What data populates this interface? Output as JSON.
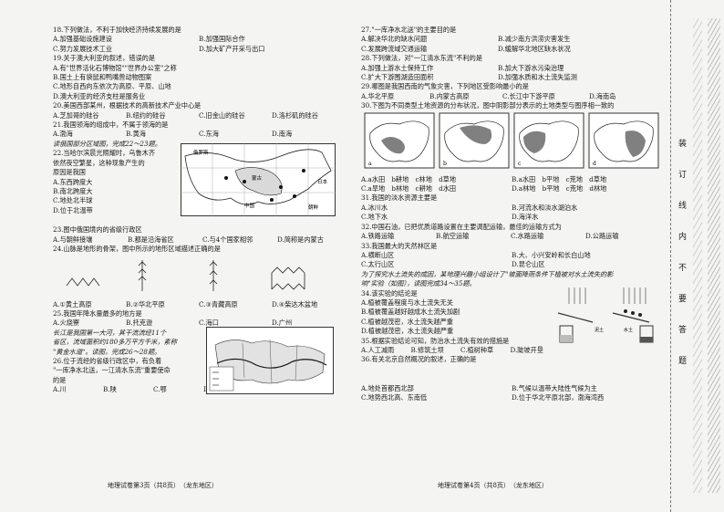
{
  "left": {
    "q18": "18.下列做法，不利于加快经济持续发展的是",
    "q18_opts": [
      "A.加强基础设施建设",
      "B.加强国际合作",
      "C.努力发展技术工业",
      "D.加大矿产开采与出口"
    ],
    "q19": "19.关于澳大利亚的叙述，错误的是",
    "q19_opts": [
      "A.有\"世界活化石博物馆\"\"世界办公室\"之称",
      "B.国土上有袋鼠和鸭嘴兽动物图案",
      "C.地形自西向东依次为高原、平原、山地",
      "D.澳大利亚的经济支柱是服务业"
    ],
    "q20": "20.美国西部某州，根据技术的高新技术产业中心是",
    "q20_opts": [
      "A.芝加哥的硅谷",
      "B.纽约的硅谷",
      "C.旧金山的硅谷",
      "D.洛杉矶的硅谷"
    ],
    "q21": "21.我国领海的组成中，不属于领海的是",
    "q21_opts": [
      "A.渤海",
      "B.黄海",
      "C.东海",
      "D.南海"
    ],
    "intro22": "读俄国部分区域图，完成22～23题。",
    "q22a": "22.当哈尔滨晨光照耀时，乌鲁木齐",
    "q22b": "依然夜空繁星，这种现象产生的",
    "q22c": "原因是我国",
    "q22_opts": [
      "A.东西跨度大",
      "B.南北跨度大",
      "C.地处北半球",
      "D.位于北温带"
    ],
    "q23": "23.图中俄国境内的省级行政区",
    "q23_opts": [
      "A.与朝鲜接壤",
      "B.都是沿海省区",
      "C.与4个国家相邻",
      "D.简称是内蒙古"
    ],
    "q24": "24.山脉是地形的骨架，图中所示的地形区域描述正确的是",
    "q24_opts": [
      "A.①黄土高原",
      "B.②华北平原",
      "C.③青藏高原",
      "D.④柴达木盆地"
    ],
    "q25": "25.我国年降水量最多的地方是",
    "q25_opts": [
      "A.火烧寮",
      "B.托克逊",
      "C.海口",
      "D.广州"
    ],
    "intro26a": "长江是我国第一大河，其干流流经11个",
    "intro26b": "省区，流域面积约180多万平方千米，素称",
    "intro26c": "\"黄金水道\"。读图，完成26～28题。",
    "q26a": "26.位于流经的省级行政区中，有负着",
    "q26b": "\"一库净水北送，一江清水东流\"重要使命",
    "q26c": "的是",
    "q26_opts": [
      "A.川",
      "B.陕",
      "C.鄂",
      "D.赣"
    ],
    "map_labels": [
      "俄罗斯",
      "蒙古",
      "中国",
      "朝鲜",
      "日本"
    ],
    "footer": "地理试卷第3页（共8页）　（龙东地区）"
  },
  "right": {
    "q27": "27.\"一库净水北送\"的主要目的是",
    "q27_opts": [
      "A.解决华北的缺水问题",
      "B.减少南方洪涝灾害发生",
      "C.发展跨流域交通运输",
      "D.缓解华北地区缺水状况"
    ],
    "q28": "28.下列做法，对\"一江清水东流\"不利的是",
    "q28_opts": [
      "A.加强上游水土保持工作",
      "B.加大下游水污染治理",
      "C.扩大下游围湖造田面积",
      "D.加强水质和水土流失监测"
    ],
    "q29": "29.哪图是我国西南的气象灾害，下列地区受影响最小的是",
    "q29_opts": [
      "A.华北平原",
      "B.内蒙古高原",
      "C.长江中下游平原",
      "D.海南岛"
    ],
    "q30": "30.下图为不同类型土地资源的分布状况，图中阴影部分表示的土地类型与图序相一致的",
    "q30_opts": [
      "A.a水田　b耕地　c林地　d草地",
      "B.a水田　b平地　c荒地　d草地",
      "C.a旱地　b林地　c耕地　d水田",
      "D.a林地　b平地　c荒地　d林地"
    ],
    "q31": "31.我国的淡水资源主要是",
    "q31_opts": [
      "A.冰川水",
      "B.河流水和淡水湖泊水",
      "C.地下水",
      "D.海洋水"
    ],
    "q32": "32.中国石油，已把优质道路设置在主要调配运输，最佳的运输方式为",
    "q32_opts": [
      "A.铁路运输",
      "B.航空运输",
      "C.水路运输",
      "D.公路运输"
    ],
    "q33": "33.我国最大的天然林区是",
    "q33_opts": [
      "A.横断山区",
      "B.大、小兴安岭和长白山地",
      "C.太行山区",
      "D.昆仑山区"
    ],
    "intro34a": "为了探究水土流失的成因，某地理兴趣小组设计了\"坡面降雨条件下植被对水土流失的影",
    "intro34b": "响\"实验（如图），读图完成34～35题。",
    "q34": "34.该实验的结论是",
    "q34_opts": [
      "A.植被覆盖程度与水土流失无关",
      "B.植被覆盖越好越成水土流失加剧",
      "C.植被越茂密，水土流失越严重",
      "D.植被越茂密，水土流失越严重"
    ],
    "q35": "35.根据实验结论可知，防治水土流失有效的措施是",
    "q35_opts": [
      "A.人工减雨",
      "B.修筑土坝",
      "C.植树种草",
      "D.陡坡开垦"
    ],
    "q36": "36.有关北京自然概况的叙述，正确的是",
    "q36_opts": [
      "A.地处首都西北部",
      "B.气候以温带大陆性气候为主",
      "C.地势西北高、东南低",
      "D.位于华北平原北部，渤海湾西"
    ],
    "map_letters": [
      "a",
      "b",
      "c",
      "d"
    ],
    "exp_labels": [
      "泥土",
      "水土"
    ],
    "footer": "地理试卷第4页（共8页）　（龙东地区）"
  },
  "margin": {
    "chars": [
      "装",
      "订",
      "线",
      "内",
      "不",
      "要",
      "答",
      "题"
    ]
  }
}
